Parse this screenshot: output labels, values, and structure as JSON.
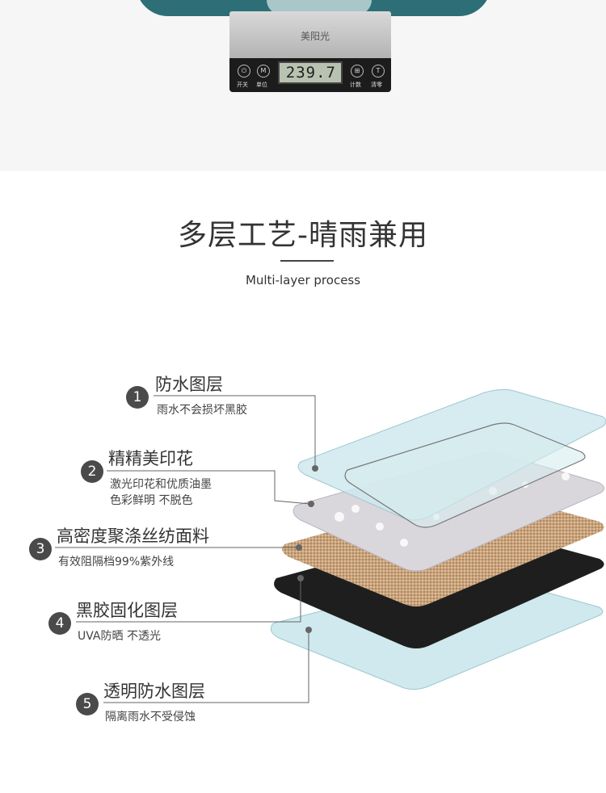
{
  "scale": {
    "brand": "美阳光",
    "reading": "239.7",
    "btn_power_label": "开关",
    "btn_unit_label": "单位",
    "btn_count_label": "计数",
    "btn_tare_label": "清零"
  },
  "header": {
    "title": "多层工艺-晴雨兼用",
    "subtitle": "Multi-layer process"
  },
  "layers": [
    {
      "number": "1",
      "title": "防水图层",
      "desc": [
        "雨水不会损坏黑胶"
      ]
    },
    {
      "number": "2",
      "title": "精精美印花",
      "desc": [
        "激光印花和优质油墨",
        "色彩鲜明 不脱色"
      ]
    },
    {
      "number": "3",
      "title": "高密度聚涤丝纺面料",
      "desc": [
        "有效阻隔档99%紫外线"
      ]
    },
    {
      "number": "4",
      "title": "黑胶固化图层",
      "desc": [
        "UVA防晒  不透光"
      ]
    },
    {
      "number": "5",
      "title": "透明防水图层",
      "desc": [
        "隔离雨水不受侵蚀"
      ]
    }
  ],
  "colors": {
    "clear_layer": "#cfe9ee",
    "print_layer": "#d9d6dc",
    "fabric_layer": "#c9a47e",
    "black_layer": "#1e1e1e",
    "number_badge": "#4a4a4a"
  }
}
